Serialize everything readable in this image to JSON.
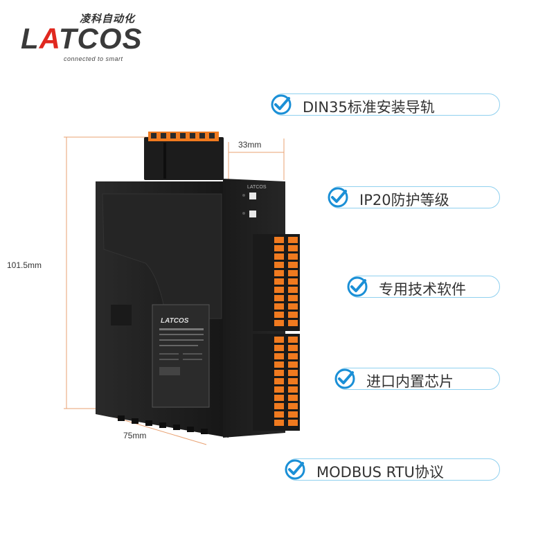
{
  "brand": {
    "chinese_name": "凌科自动化",
    "name_prefix": "L",
    "name_accent": "A",
    "name_suffix": "TCOS",
    "tagline": "connected to smart"
  },
  "features": [
    {
      "label": "DIN35标准安装导轨"
    },
    {
      "label": "IP20防护等级"
    },
    {
      "label": "专用技术软件"
    },
    {
      "label": "进口内置芯片"
    },
    {
      "label": "MODBUS RTU协议"
    }
  ],
  "dimensions": {
    "width": "33mm",
    "height": "101.5mm",
    "depth": "75mm"
  },
  "colors": {
    "dimension_line": "#e8a070",
    "feature_border": "#8fd0ef",
    "check_blue": "#1a8fd6",
    "terminal_orange": "#f07a1f",
    "housing": "#1e1e1e"
  },
  "icons": {
    "feature_marker": "check-circle-icon"
  }
}
